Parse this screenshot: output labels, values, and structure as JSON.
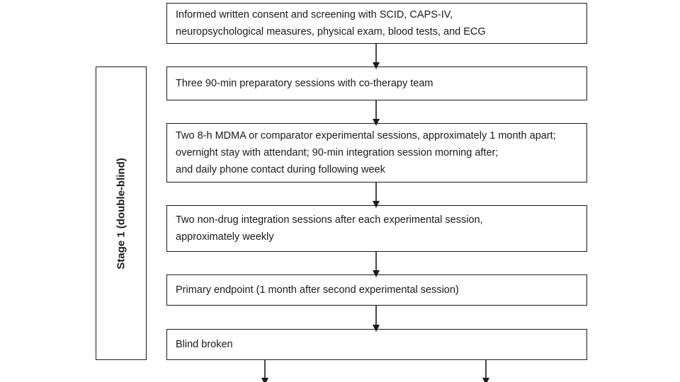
{
  "flowchart": {
    "steps": [
      "Informed written consent and screening with SCID, CAPS-IV,\n neuropsychological measures, physical exam, blood tests, and ECG",
      "Three 90-min preparatory sessions with co-therapy team",
      "Two 8-h MDMA or comparator experimental sessions, approximately 1 month apart;\novernight stay with attendant; 90-min integration session morning after;\n and daily phone contact during following week",
      "Two non-drug integration sessions after each experimental session,\n approximately weekly",
      "Primary endpoint (1 month after second experimental session)",
      "Blind broken"
    ],
    "stage_label": "Stage 1 (double-blind)"
  }
}
